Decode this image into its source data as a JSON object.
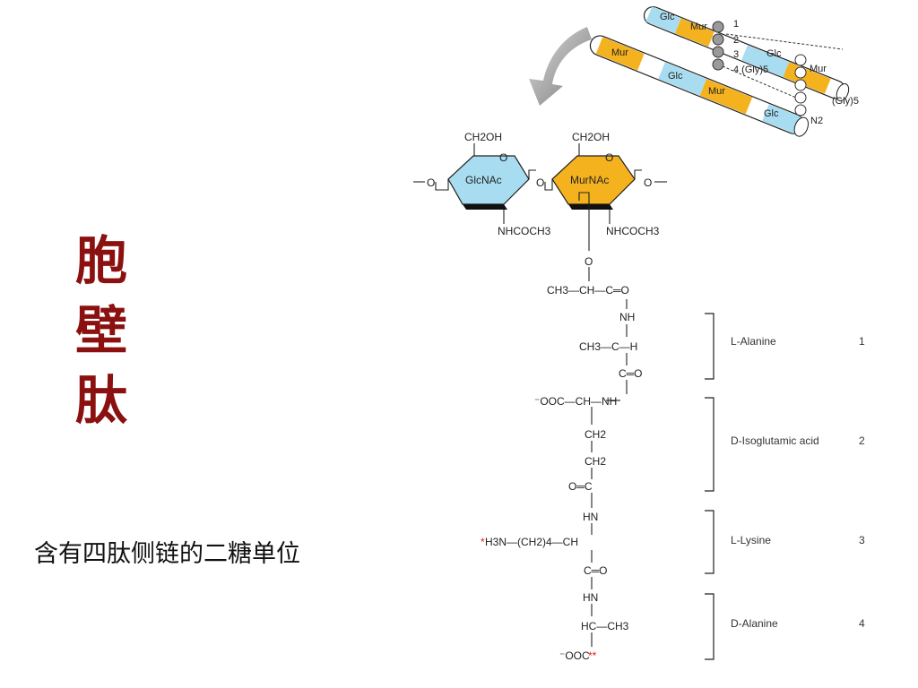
{
  "title_chars": [
    "胞",
    "壁",
    "肽"
  ],
  "caption": "含有四肽侧链的二糖单位",
  "sugars": {
    "left": {
      "name": "GlcNAc",
      "top_group": "CH2OH",
      "bottom_group": "NHCOCH3",
      "color": "#a8dcf0"
    },
    "right": {
      "name": "MurNAc",
      "top_group": "CH2OH",
      "bottom_group": "NHCOCH3",
      "color": "#f5b21f"
    }
  },
  "lactyl": "CH3—CH—C═O",
  "residues": [
    {
      "name": "L-Alanine",
      "number": "1"
    },
    {
      "name": "D-Isoglutamic acid",
      "number": "2"
    },
    {
      "name": "L-Lysine",
      "number": "3"
    },
    {
      "name": "D-Alanine",
      "number": "4"
    }
  ],
  "cylinders": {
    "labels": [
      "Glc",
      "Mur",
      "Glc",
      "Mur",
      "Glc",
      "Mur",
      "Glc"
    ],
    "numbers": [
      "1",
      "2",
      "3",
      "4 (Gly)5"
    ],
    "bridge": "(Gly)5",
    "terminal": "N2"
  },
  "colors": {
    "title": "#8b1010",
    "glc": "#a8dcf0",
    "mur": "#f5b21f",
    "arrow": "#8a8a8a",
    "marker": "#e02020"
  }
}
